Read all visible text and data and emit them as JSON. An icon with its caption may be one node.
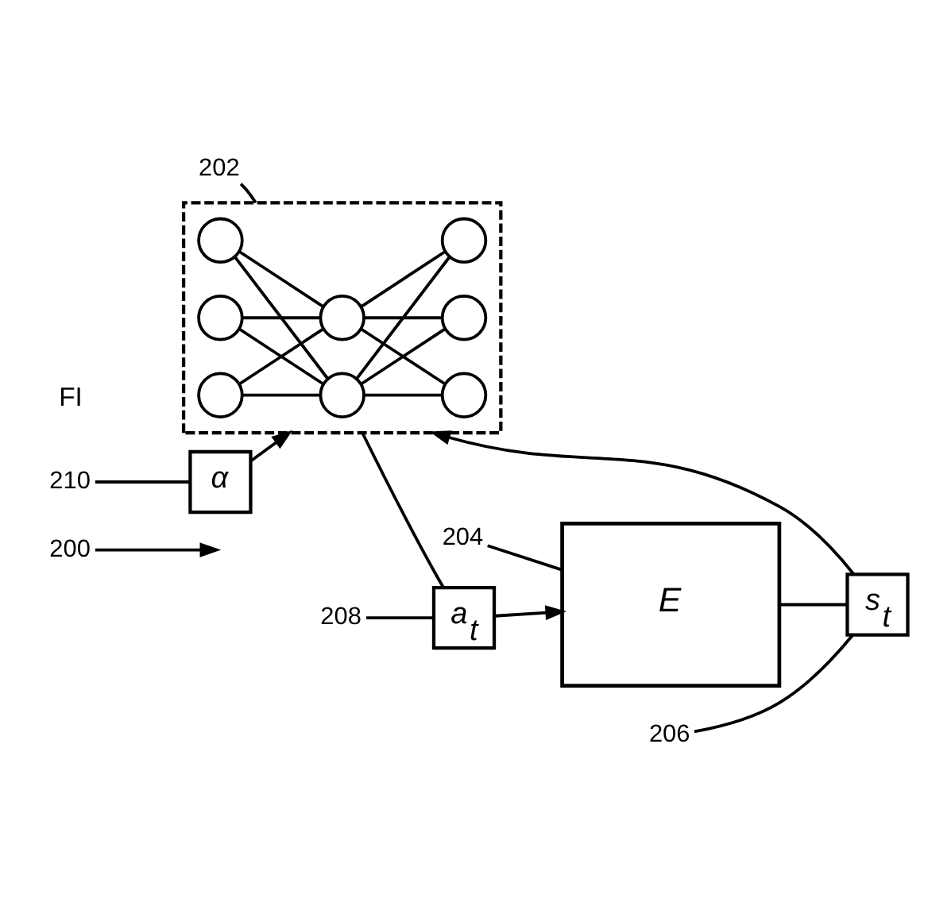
{
  "diagram": {
    "nodes": [
      {
        "text": [
          "200"
        ]
      },
      {
        "text": [
          "202"
        ]
      },
      {
        "text": [
          "204"
        ]
      },
      {
        "text": [
          "208"
        ]
      },
      {
        "text": [
          "α"
        ]
      },
      {
        "text": [],
        "shape": "box"
      },
      {
        "text": [],
        "shape": "circle",
        "in": 5
      },
      {
        "text": [],
        "shape": "circle",
        "in": 5
      },
      {
        "text": [],
        "shape": "circle",
        "in": 5
      },
      {
        "text": [],
        "shape": "circle",
        "in": 5
      },
      {
        "text": [],
        "shape": "circle",
        "in": 5
      },
      {
        "text": [],
        "shape": "circle",
        "in": 5
      },
      {
        "text": [],
        "shape": "circle",
        "in": 5
      },
      {
        "text": [],
        "shape": "circle",
        "in": 5
      },
      {
        "text": [
          "a$_{t}$"
        ]
      },
      {
        "text": [
          "E"
        ]
      },
      {
        "text": [
          "210"
        ]
      },
      {
        "text": [
          "206"
        ]
      },
      {
        "text": [
          "s$_{t}$"
        ]
      }
    ],
    "edges": [
      {
        "from": 0,
        "to": null,
        "arrow": "to"
      },
      {
        "from": 1,
        "to": 5,
        "arrow": "none"
      },
      {
        "from": 2,
        "to": 15,
        "arrow": "none"
      },
      {
        "from": 3,
        "to": 14,
        "arrow": "none"
      },
      {
        "from": 16,
        "to": 4,
        "arrow": "none"
      },
      {
        "from": 17,
        "to": 18,
        "arrow": "none"
      },
      {
        "from": 4,
        "to": 5,
        "arrow": "to"
      },
      {
        "from": 5,
        "to": 14,
        "arrow": "none"
      },
      {
        "from": 14,
        "to": 15,
        "arrow": "to"
      },
      {
        "from": 15,
        "to": 18,
        "arrow": "none"
      },
      {
        "from": 18,
        "to": 5,
        "arrow": "to"
      },
      {
        "from": 6,
        "to": 9,
        "arrow": "none"
      },
      {
        "from": 6,
        "to": 10,
        "arrow": "none"
      },
      {
        "from": 7,
        "to": 9,
        "arrow": "none"
      },
      {
        "from": 7,
        "to": 10,
        "arrow": "none"
      },
      {
        "from": 8,
        "to": 9,
        "arrow": "none"
      },
      {
        "from": 8,
        "to": 10,
        "arrow": "none"
      },
      {
        "from": 9,
        "to": 11,
        "arrow": "none"
      },
      {
        "from": 9,
        "to": 12,
        "arrow": "none"
      },
      {
        "from": 9,
        "to": 13,
        "arrow": "none"
      },
      {
        "from": 10,
        "to": 11,
        "arrow": "none"
      },
      {
        "from": 10,
        "to": 12,
        "arrow": "none"
      },
      {
        "from": 10,
        "to": 13,
        "arrow": "none"
      }
    ],
    "labels": [
      "FI"
    ]
  }
}
